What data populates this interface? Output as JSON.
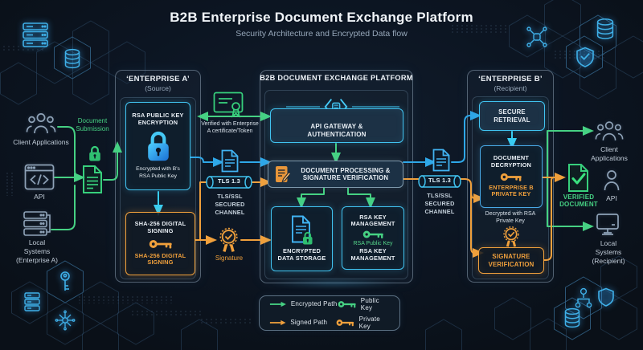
{
  "header": {
    "title": "B2B Enterprise Document Exchange Platform",
    "subtitle": "Security Architecture and Encrypted Data flow"
  },
  "source_side": {
    "client_apps": "Client Applications",
    "api": "API",
    "local_systems": "Local Systems",
    "local_systems_qualifier": "(Enterprise A)",
    "document_submission": "Document Submission"
  },
  "enterprise_a": {
    "title": "‘ENTERPRISE A’",
    "subtitle": "(Source)",
    "rsa_title": "RSA PUBLIC KEY ENCRYPTION",
    "rsa_caption": "Encrypted with B's RSA Public Key",
    "sha_title": "SHA-256 DIGITAL SIGNING",
    "sha_caption": "SHA-256 DIGITAL SIGNING"
  },
  "channel_left": {
    "verified_note": "Verified with Enterprise A certificate/Token",
    "tls_version": "TLS 1.3",
    "channel_label": "TLS/SSL SECURED CHANNEL",
    "signature_label": "Signature"
  },
  "platform": {
    "title": "B2B DOCUMENT EXCHANGE PLATFORM",
    "api_gateway": "API GATEWAY & AUTHENTICATION",
    "doc_processing": "DOCUMENT PROCESSING & SIGNATURE VERIFICATION",
    "encrypted_storage": "ENCRYPTED DATA STORAGE",
    "key_mgmt_title": "RSA KEY MANAGEMENT",
    "public_key_label": "RSA Public Key",
    "key_mgmt_footer": "RSA KEY MANAGEMENT"
  },
  "channel_right": {
    "tls_version": "TLS 1.3",
    "channel_label": "TLS/SSL SECURED CHANNEL"
  },
  "enterprise_b": {
    "title": "‘ENTERPRISE B’",
    "subtitle": "(Recipient)",
    "secure_retrieval": "SECURE RETRIEVAL",
    "doc_decryption": "DOCUMENT DECRYPTION",
    "private_key_label": "ENTERPRISE B PRIVATE KEY",
    "decrypted_note": "Decrypted with RSA Private Key",
    "signature_verification": "SIGNATURE VERIFICATION"
  },
  "recipient_side": {
    "verified_document": "VERIFIED DOCUMENT",
    "client_apps": "Client Applications",
    "api": "API",
    "local_systems": "Local Systems",
    "local_systems_qualifier": "(Recipient)"
  },
  "legend": {
    "encrypted_path": "Encrypted Path",
    "signed_path": "Signed Path",
    "public_key": "Public Key",
    "private_key": "Private Key"
  },
  "colors": {
    "encrypted_green": "#46d183",
    "signed_orange": "#f0a03c",
    "secure_cyan": "#41c3f0",
    "background": "#0b131e"
  }
}
